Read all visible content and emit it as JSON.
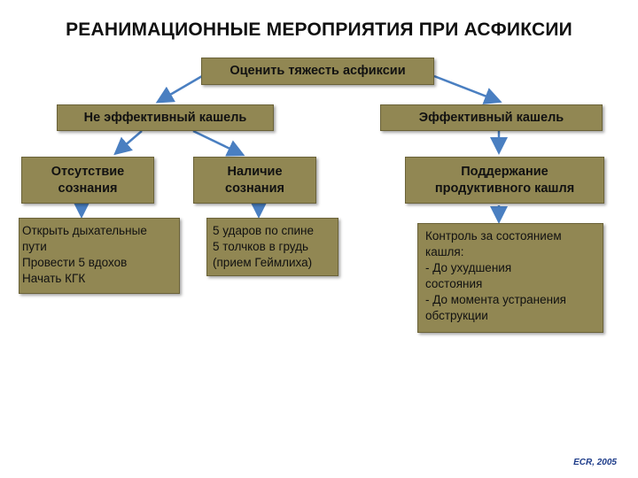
{
  "title": "РЕАНИМАЦИОННЫЕ МЕРОПРИЯТИЯ ПРИ АСФИКСИИ",
  "root": "Оценить тяжесть асфиксии",
  "level1": {
    "left": "Не эффективный кашель",
    "right": "Эффективный кашель"
  },
  "level2": {
    "unconscious": "Отсутствие\nсознания",
    "conscious": "Наличие\nсознания",
    "support": "Поддержание\nпродуктивного кашля"
  },
  "level3": {
    "unconscious_actions": "Открыть дыхательные\nпути\nПровести 5 вдохов\nНачать КГК",
    "conscious_actions": "5 ударов по спине\n5 толчков в грудь\n(прием Геймлиха)",
    "support_actions": "Контроль за состоянием\nкашля:\n- До ухудшения\nсостояния\n- До момента устранения\nобструкции"
  },
  "footer": "ECR, 2005",
  "colors": {
    "box": "#918753",
    "arrow": "#4a7fc1",
    "footer": "#1f3d8a"
  }
}
